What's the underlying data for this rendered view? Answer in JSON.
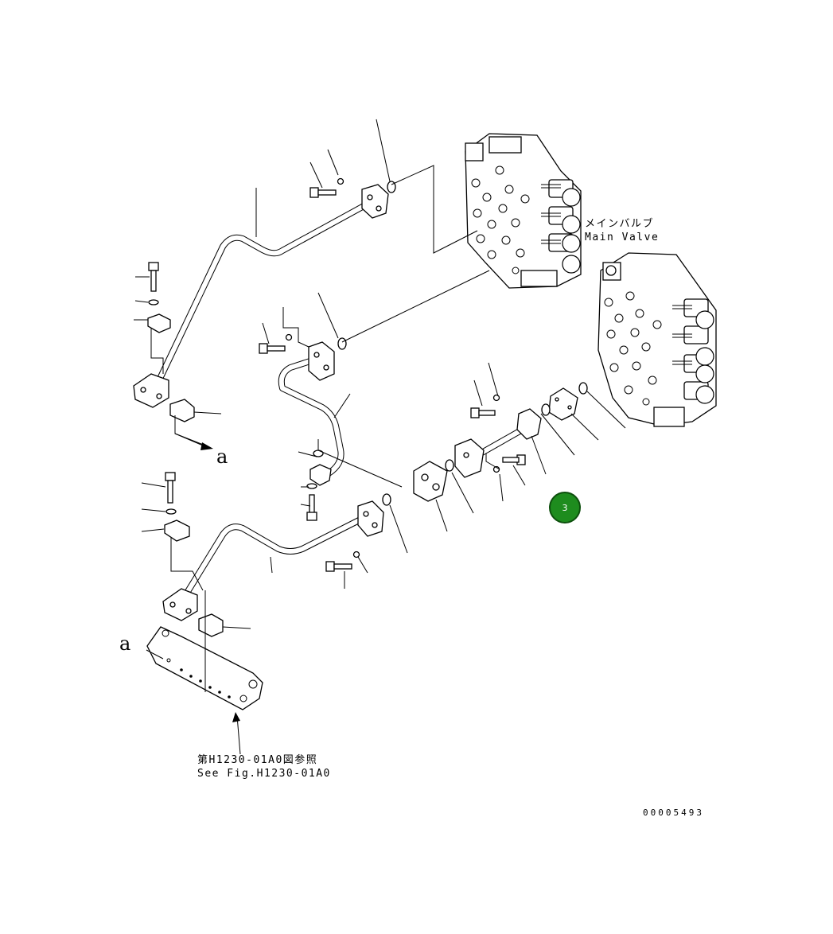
{
  "labels": {
    "main_valve_jp": "メインバルブ",
    "main_valve_en": "Main Valve",
    "ref_jp": "第H1230-01A0図参照",
    "ref_en": "See Fig.H1230-01A0",
    "drawing_number": "00005493",
    "section_marker_1": "a",
    "section_marker_2": "a"
  },
  "badge": {
    "number": "3",
    "color": "#1e8c1e"
  }
}
